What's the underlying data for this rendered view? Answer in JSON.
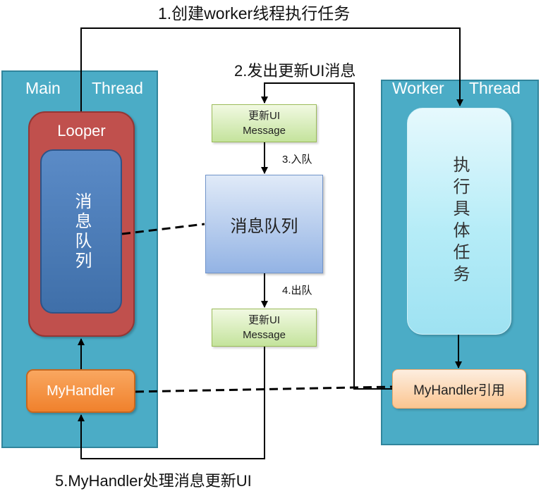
{
  "main_thread": {
    "title_left": "Main",
    "title_right": "Thread",
    "looper_label": "Looper",
    "queue_text": "消息队列",
    "handler_label": "MyHandler"
  },
  "worker_thread": {
    "title_left": "Worker",
    "title_right": "Thread",
    "task_text": "执行具体任务",
    "handler_ref_label": "MyHandler引用"
  },
  "center": {
    "message_top": {
      "line1": "更新UI",
      "line2": "Message"
    },
    "queue_label": "消息队列",
    "message_bottom": {
      "line1": "更新UI",
      "line2": "Message"
    }
  },
  "steps": {
    "step1": "1.创建worker线程执行任务",
    "step2": "2.发出更新UI消息",
    "step3": "3.入队",
    "step4": "4.出队",
    "step5": "5.MyHandler处理消息更新UI"
  },
  "colors": {
    "panel": "#4bacc6",
    "panel_border": "#31859c",
    "looper": "#c0504d",
    "handler": "#f79646",
    "line": "#000000"
  }
}
